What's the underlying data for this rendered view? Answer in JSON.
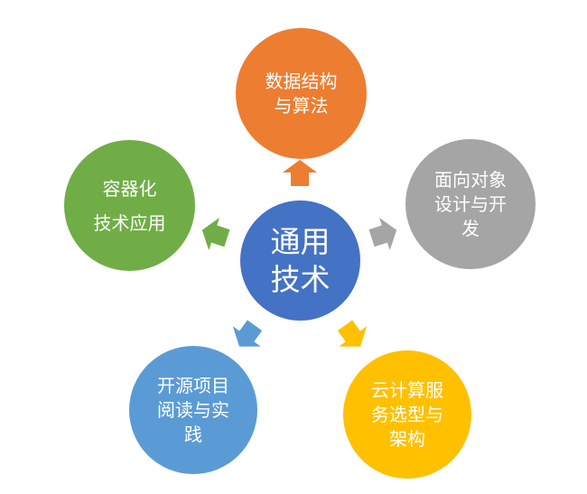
{
  "center": {
    "lines": [
      "通用",
      "技术"
    ],
    "color": "#4472C4"
  },
  "satellites": [
    {
      "id": "data-structures",
      "lines": [
        "数据结构",
        "与算法"
      ],
      "color": "#ED7D31"
    },
    {
      "id": "ood",
      "lines": [
        "面向对象",
        "设计与开",
        "发"
      ],
      "color": "#A5A5A5"
    },
    {
      "id": "cloud",
      "lines": [
        "云计算服",
        "务选型与",
        "架构"
      ],
      "color": "#FFC000"
    },
    {
      "id": "opensource",
      "lines": [
        "开源项目",
        "阅读与实",
        "践"
      ],
      "color": "#5B9BD5"
    },
    {
      "id": "container",
      "lines": [
        "容器化",
        "技术应用"
      ],
      "color": "#70AD47"
    }
  ]
}
